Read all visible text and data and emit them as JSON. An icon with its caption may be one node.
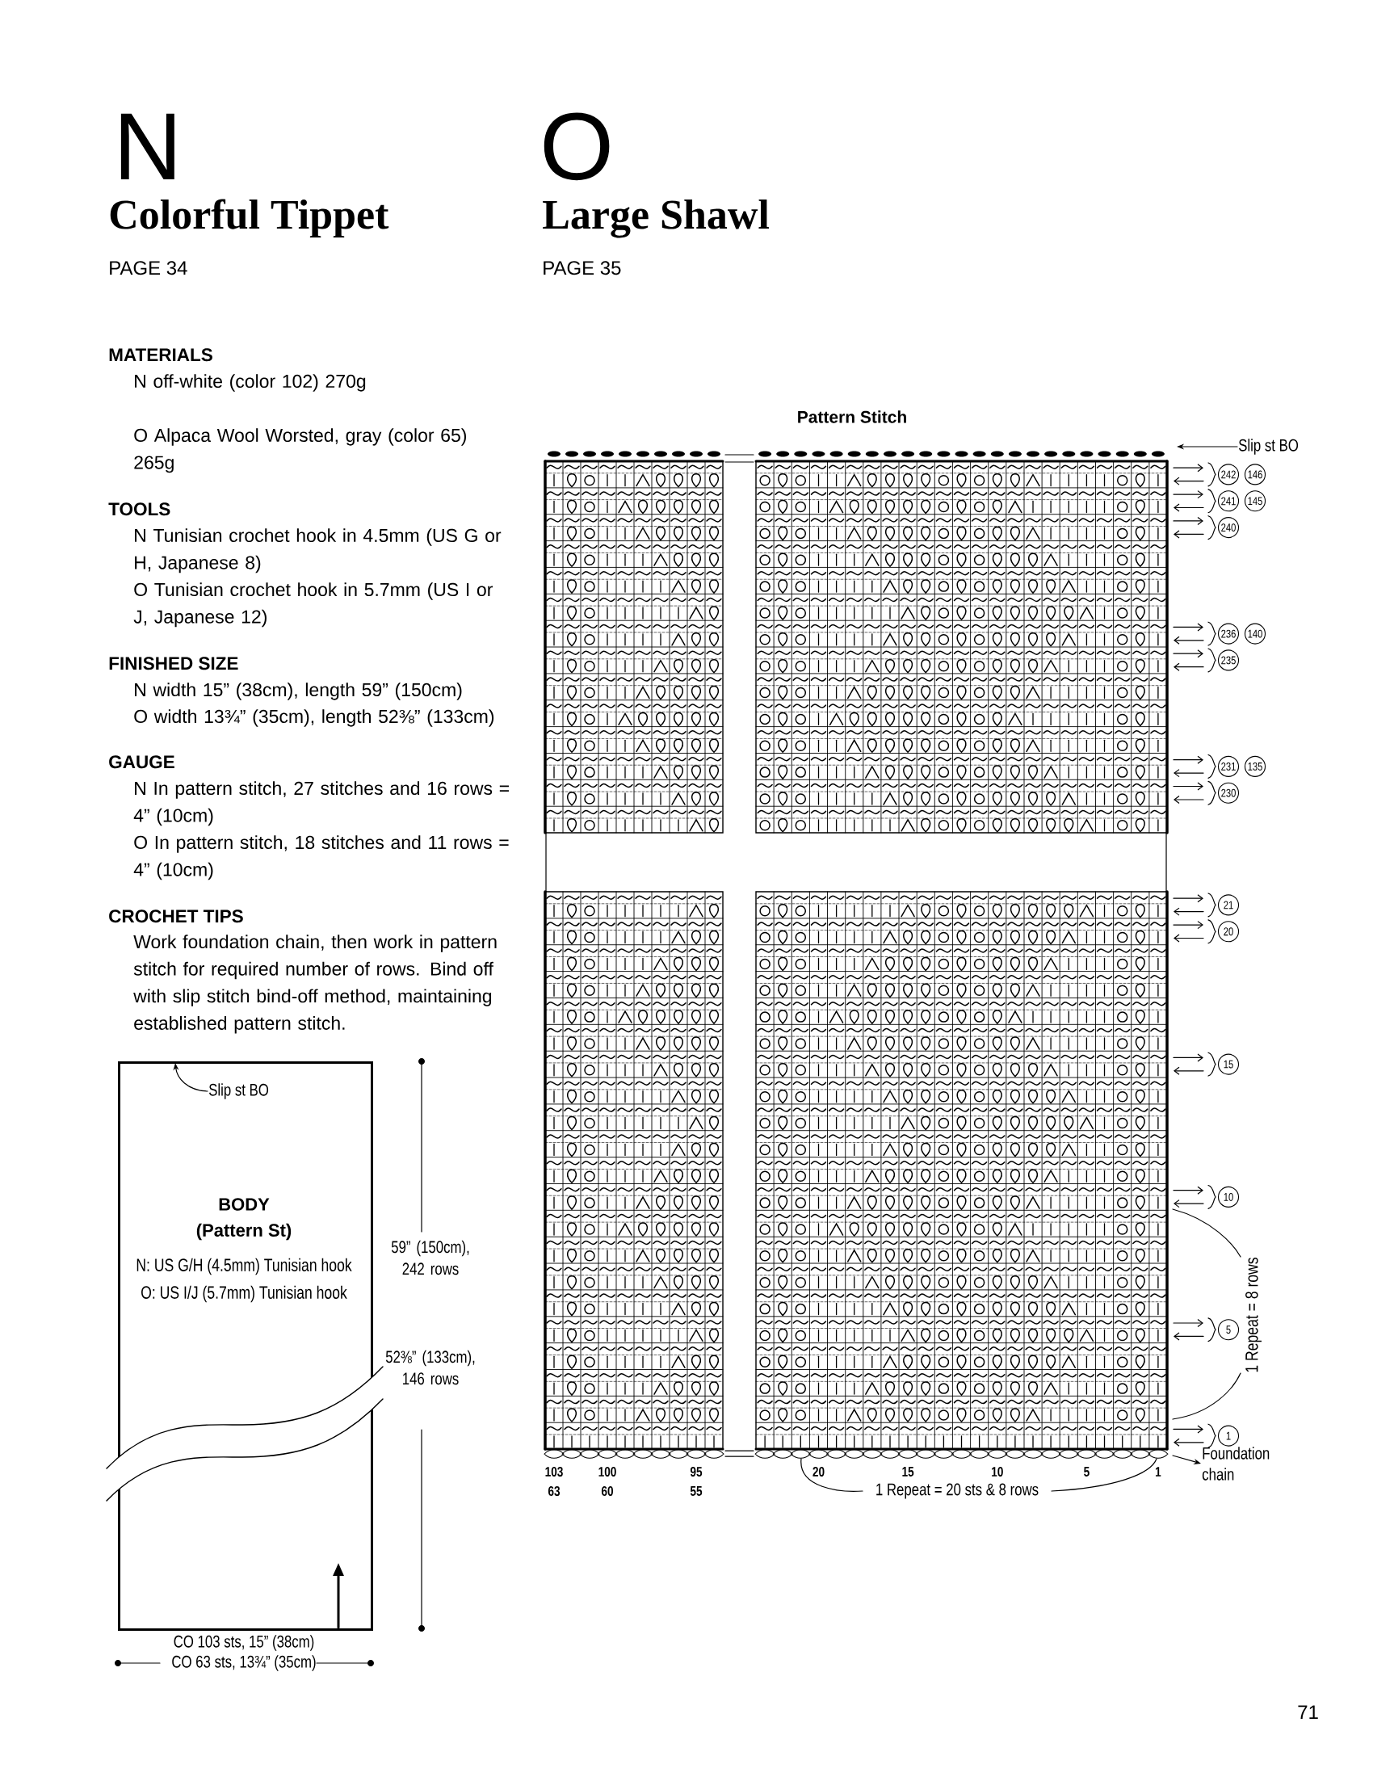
{
  "diagram": {
    "nodes": [
      {
        "text": [
          "BODY",
          "(Pattern St)",
          "N: US G/H (4.5mm) Tunisian hook",
          "O: US I/J (5.7mm) Tunisian hook"
        ]
      },
      {
        "text": [
          "Slip st BO"
        ],
        "in": 0
      },
      {
        "text": [
          "Slip st BO"
        ]
      },
      {
        "text": [
          "Foundation chain"
        ]
      }
    ],
    "edges": [
      {
        "from": 1,
        "to": 0,
        "arrow": "to"
      },
      {
        "from": 2,
        "to": null,
        "arrow": "to"
      },
      {
        "from": null,
        "to": 3,
        "arrow": "to"
      }
    ],
    "labels": [
      "N",
      "O",
      "Colorful Tippet",
      "Large Shawl",
      "PAGE 34",
      "PAGE 35",
      "MATERIALS",
      "N off-white (color 102) 270g",
      "O Alpaca Wool Worsted, gray (color 65) 265g",
      "TOOLS",
      "N Tunisian crochet hook in 4.5mm (US G or H, Japanese 8)",
      "O Tunisian crochet hook in 5.7mm (US I or J, Japanese 12)",
      "FINISHED SIZE",
      "N width 15” (38cm), length 59” (150cm)",
      "O width 13¾” (35cm), length 52⅜” (133cm)",
      "GAUGE",
      "N In pattern stitch, 27 stitches and 16 rows = 4” (10cm)",
      "O In pattern stitch, 18 stitches and 11 rows = 4” (10cm)",
      "CROCHET TIPS",
      "Work foundation chain, then work in pattern stitch for required number of rows. Bind off with slip stitch bind-off method, maintaining established pattern stitch.",
      "Pattern Stitch",
      "242",
      "146",
      "241",
      "145",
      "240",
      "236",
      "140",
      "235",
      "231",
      "135",
      "230",
      "21",
      "20",
      "15",
      "10",
      "5",
      "1",
      "1 Repeat = 8 rows",
      "59” (150cm), 242 rows",
      "52⅜” (133cm), 146 rows",
      "103",
      "100",
      "95",
      "20",
      "15",
      "10",
      "5",
      "1",
      "63",
      "60",
      "55",
      "1 Repeat = 20 sts & 8 rows",
      "CO 103 sts, 15” (38cm)",
      "CO 63 sts, 13¾” (35cm)",
      "71"
    ]
  }
}
